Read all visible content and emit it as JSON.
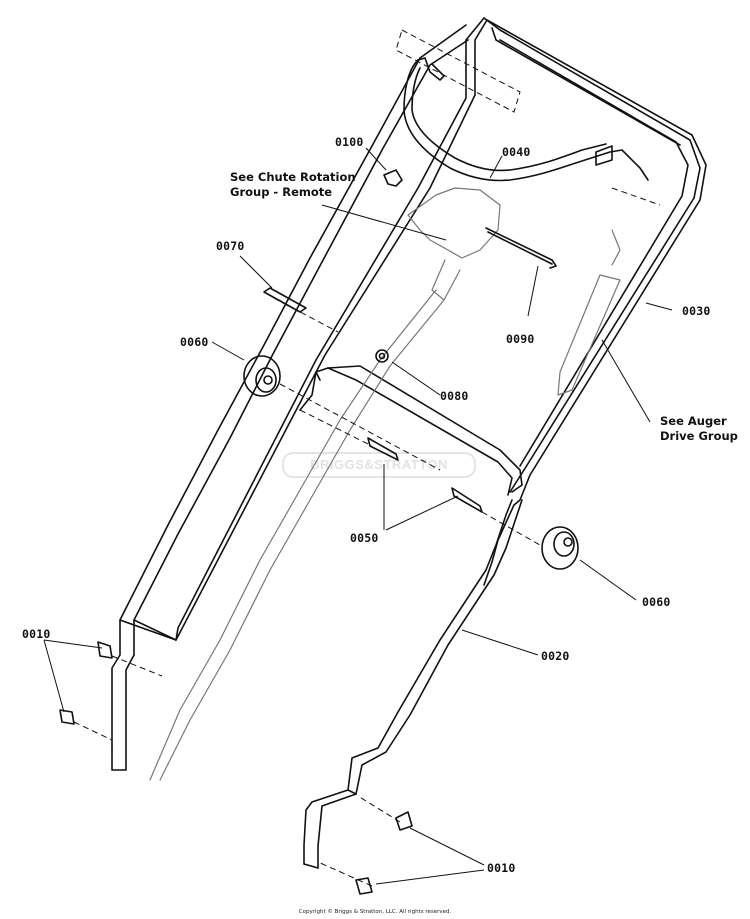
{
  "watermark": "BRIGGS&STRATTON",
  "callouts": {
    "p0010_left": "0010",
    "p0010_right": "0010",
    "p0020": "0020",
    "p0030": "0030",
    "p0040": "0040",
    "p0050": "0050",
    "p0060_left": "0060",
    "p0060_right": "0060",
    "p0070": "0070",
    "p0080": "0080",
    "p0090": "0090",
    "p0100": "0100"
  },
  "notes": {
    "chute_line1": "See Chute Rotation",
    "chute_line2": "Group - Remote",
    "auger_line1": "See Auger",
    "auger_line2": "Drive Group"
  },
  "copyright": "Copyright © Briggs & Stratton, LLC. All rights reserved."
}
